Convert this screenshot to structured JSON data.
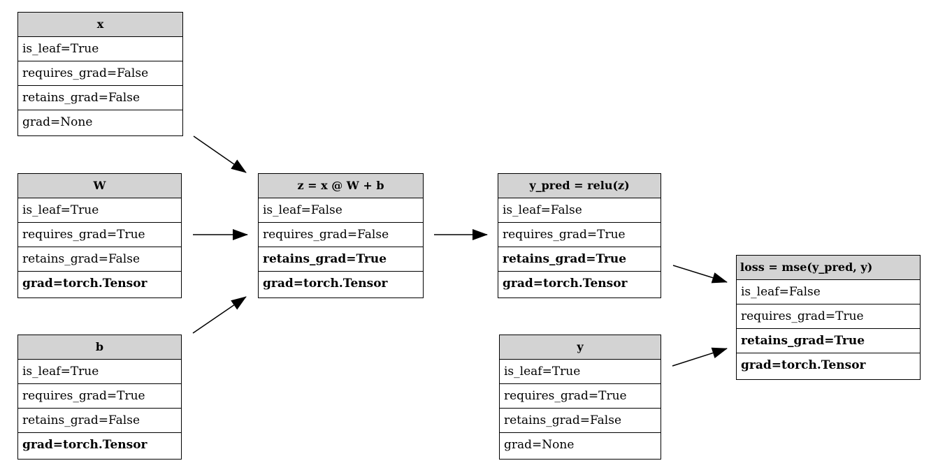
{
  "nodes": {
    "x": {
      "title": "x",
      "rows": [
        "is_leaf=True",
        "requires_grad=False",
        "retains_grad=False",
        "grad=None"
      ]
    },
    "W": {
      "title": "W",
      "rows": [
        "is_leaf=True",
        "requires_grad=True",
        "retains_grad=False",
        "grad=torch.Tensor"
      ]
    },
    "b": {
      "title": "b",
      "rows": [
        "is_leaf=True",
        "requires_grad=True",
        "retains_grad=False",
        "grad=torch.Tensor"
      ]
    },
    "z": {
      "title": "z = x @ W + b",
      "rows": [
        "is_leaf=False",
        "requires_grad=False",
        "retains_grad=True",
        "grad=torch.Tensor"
      ]
    },
    "y_pred": {
      "title": "y_pred = relu(z)",
      "rows": [
        "is_leaf=False",
        "requires_grad=True",
        "retains_grad=True",
        "grad=torch.Tensor"
      ]
    },
    "y": {
      "title": "y",
      "rows": [
        "is_leaf=True",
        "requires_grad=True",
        "retains_grad=False",
        "grad=None"
      ]
    },
    "loss": {
      "title": "loss = mse(y_pred, y)",
      "rows": [
        "is_leaf=False",
        "requires_grad=True",
        "retains_grad=True",
        "grad=torch.Tensor"
      ]
    }
  },
  "edges": [
    {
      "from": "x",
      "to": "z"
    },
    {
      "from": "W",
      "to": "z"
    },
    {
      "from": "b",
      "to": "z"
    },
    {
      "from": "z",
      "to": "y_pred"
    },
    {
      "from": "y_pred",
      "to": "loss"
    },
    {
      "from": "y",
      "to": "loss"
    }
  ]
}
